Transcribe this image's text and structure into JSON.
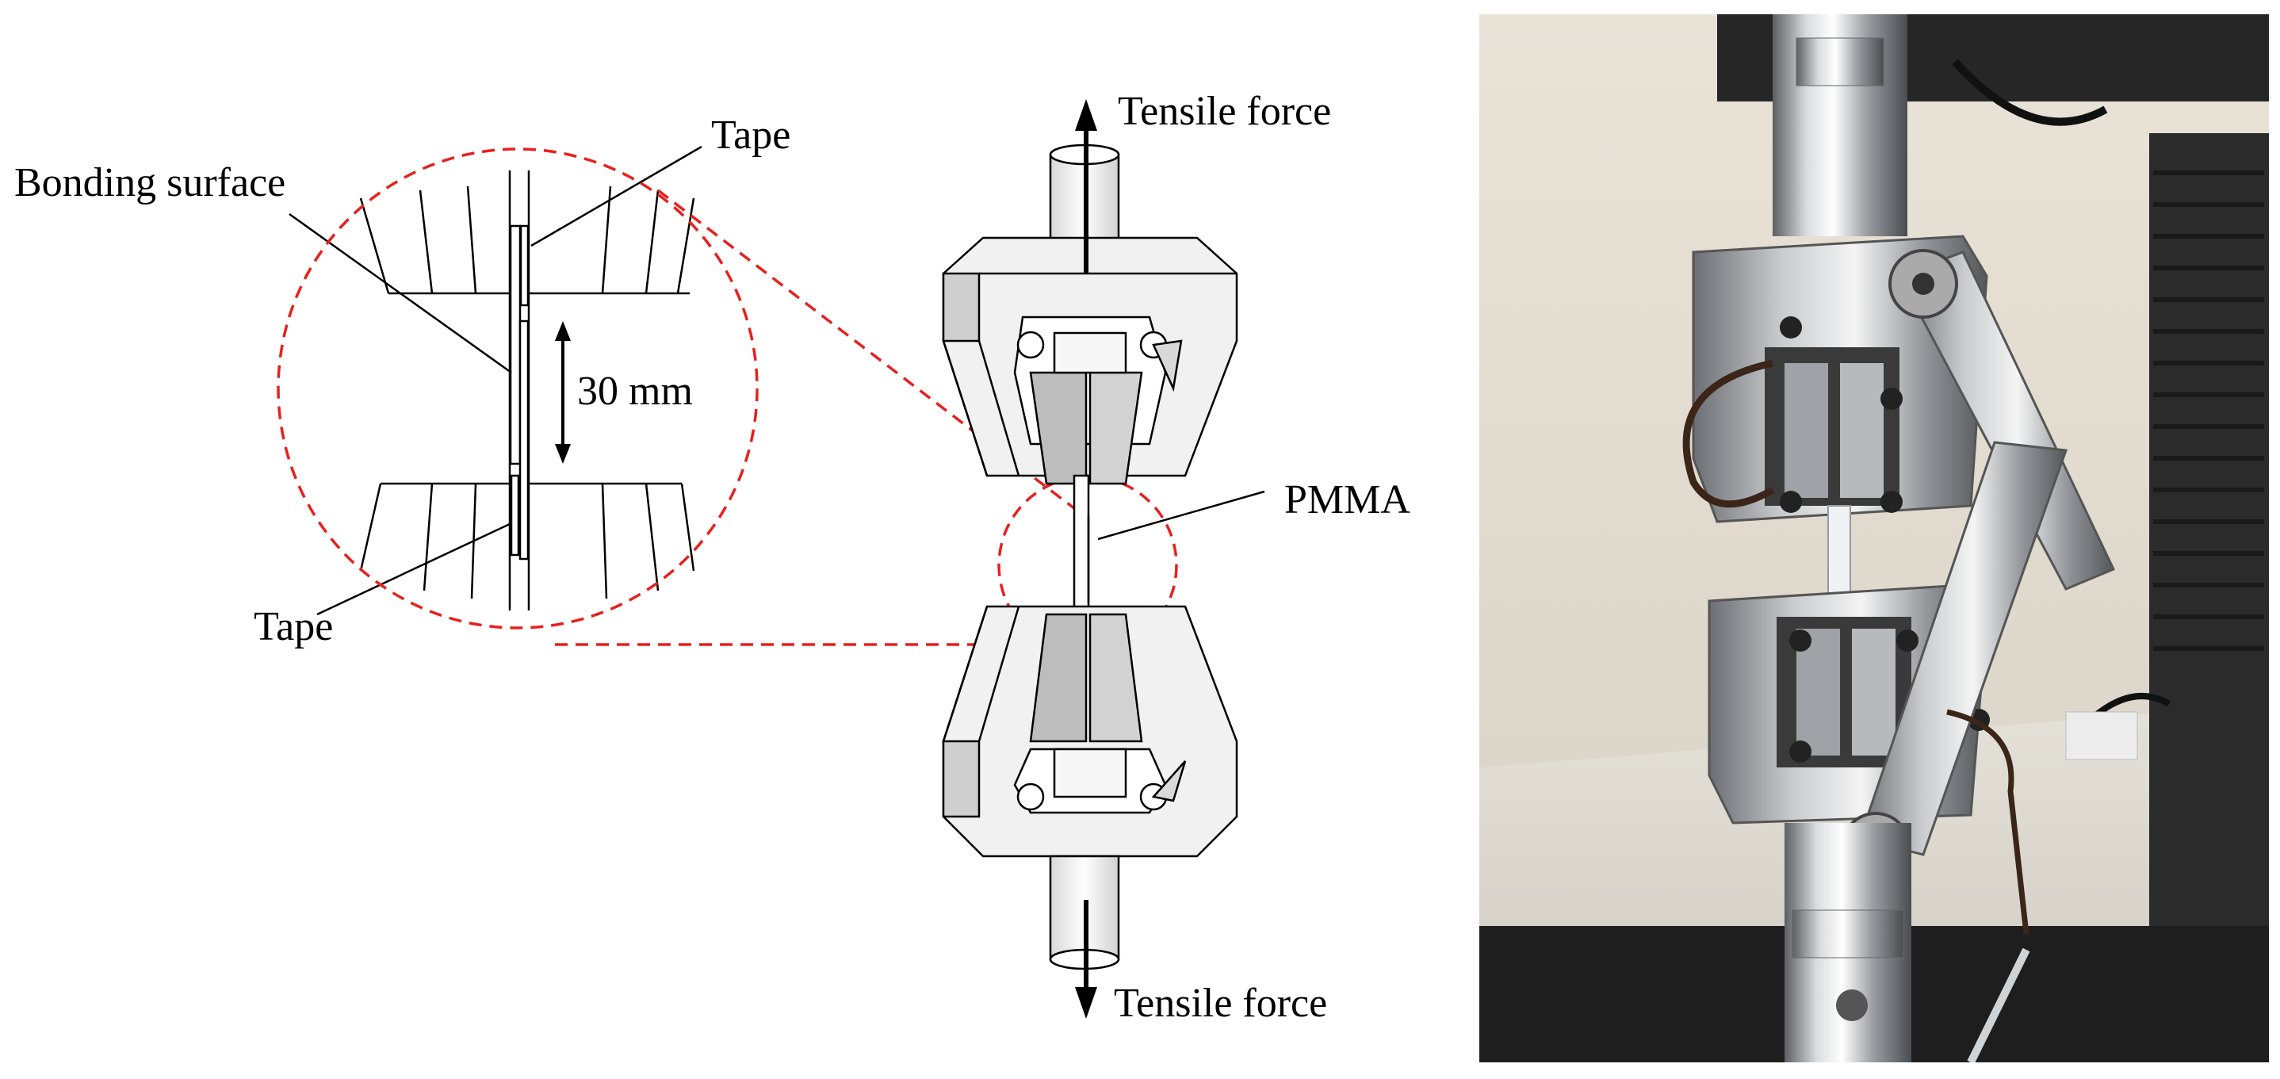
{
  "labels": {
    "tape_top": "Tape",
    "bonding_surface": "Bonding surface",
    "gauge_length": "30 mm",
    "tape_bottom": "Tape",
    "tensile_force_top": "Tensile force",
    "specimen": "PMMA",
    "tensile_force_bottom": "Tensile force"
  },
  "colors": {
    "highlight_dash": "#e8201e",
    "line": "#000000",
    "grip_face": "#efefef",
    "grip_shade": "#cfcfcf",
    "jaw": "#bdbdbd"
  },
  "photo": {
    "description_icon": "tensile-test-machine-photo"
  }
}
